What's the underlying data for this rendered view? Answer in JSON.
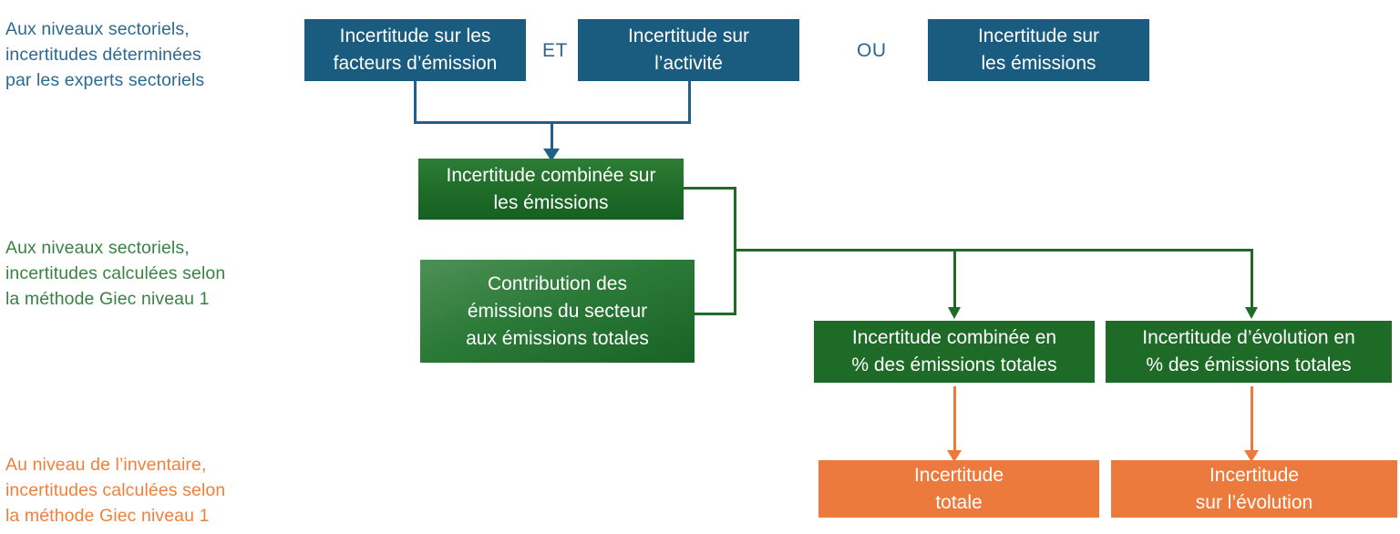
{
  "legend": {
    "sector_experts": "Aux niveaux sectoriels,\nincertitudes déterminées\npar les experts sectoriels",
    "sector_giec": "Aux niveaux sectoriels,\nincertitudes calculées selon\nla méthode Giec niveau 1",
    "inventory_giec": "Au niveau de l’inventaire,\nincertitudes calculées selon\nla méthode Giec niveau 1"
  },
  "operators": {
    "and": "ET",
    "or": "OU"
  },
  "nodes": {
    "emission_factors": "Incertitude sur les\nfacteurs d’émission",
    "activity": "Incertitude sur\nl’activité",
    "emissions": "Incertitude sur\nles émissions",
    "combined_emissions": "Incertitude combinée sur\nles émissions",
    "sector_contribution": "Contribution des\némissions du secteur\naux émissions totales",
    "combined_percent": "Incertitude combinée en\n% des émissions totales",
    "evolution_percent": "Incertitude d’évolution en\n% des émissions totales",
    "total_uncertainty": "Incertitude\ntotale",
    "evolution_uncertainty": "Incertitude\nsur l’évolution"
  },
  "colors": {
    "blue": "#1A5B80",
    "blue_text": "#2C6A92",
    "operator_blue": "#2E6490",
    "green": "#1E6B28",
    "green_text": "#3A8243",
    "orange": "#EC7A3C",
    "orange_text": "#F0803C",
    "background": "#FFFFFF"
  }
}
